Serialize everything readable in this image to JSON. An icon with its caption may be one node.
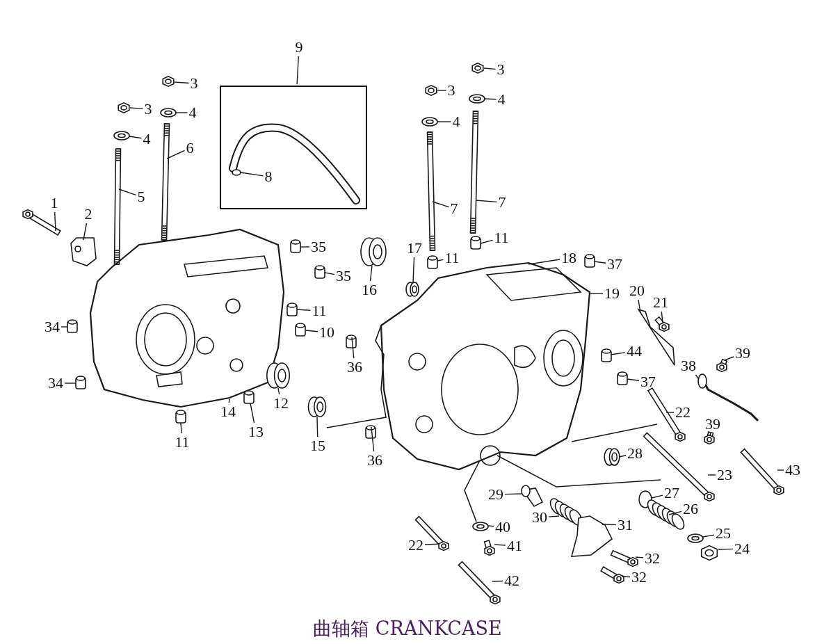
{
  "diagram": {
    "caption": "曲轴箱 CRANKCASE",
    "nodes": [
      {
        "text": [
          "9"
        ]
      },
      {
        "text": [],
        "shape": "box"
      },
      {
        "text": [
          "8"
        ],
        "in": 1
      },
      {
        "text": [
          "1"
        ]
      },
      {
        "text": [
          "2"
        ]
      },
      {
        "text": [
          "3"
        ]
      },
      {
        "text": [
          "3"
        ]
      },
      {
        "text": [
          "4"
        ]
      },
      {
        "text": [
          "4"
        ]
      },
      {
        "text": [
          "6"
        ]
      },
      {
        "text": [
          "5"
        ]
      },
      {
        "text": [
          "35"
        ]
      },
      {
        "text": [
          "35"
        ]
      },
      {
        "text": [
          "11"
        ]
      },
      {
        "text": [
          "10"
        ]
      },
      {
        "text": [
          "34"
        ]
      },
      {
        "text": [
          "34"
        ]
      },
      {
        "text": [
          "14"
        ]
      },
      {
        "text": [
          "13"
        ]
      },
      {
        "text": [
          "12"
        ]
      },
      {
        "text": [
          "11"
        ]
      },
      {
        "text": [
          "16"
        ]
      },
      {
        "text": [
          "17"
        ]
      },
      {
        "text": [
          "11"
        ]
      },
      {
        "text": [
          "11"
        ]
      },
      {
        "text": [
          "7"
        ]
      },
      {
        "text": [
          "7"
        ]
      },
      {
        "text": [
          "3"
        ]
      },
      {
        "text": [
          "3"
        ]
      },
      {
        "text": [
          "4"
        ]
      },
      {
        "text": [
          "4"
        ]
      },
      {
        "text": [
          "18"
        ]
      },
      {
        "text": [
          "37"
        ]
      },
      {
        "text": [
          "19"
        ]
      },
      {
        "text": [
          "20"
        ]
      },
      {
        "text": [
          "21"
        ]
      },
      {
        "text": [
          "44"
        ]
      },
      {
        "text": [
          "37"
        ]
      },
      {
        "text": [
          "36"
        ]
      },
      {
        "text": [
          "36"
        ]
      },
      {
        "text": [
          "15"
        ]
      },
      {
        "text": [
          "39"
        ]
      },
      {
        "text": [
          "38"
        ]
      },
      {
        "text": [
          "22"
        ]
      },
      {
        "text": [
          "39"
        ]
      },
      {
        "text": [
          "28"
        ]
      },
      {
        "text": [
          "23"
        ]
      },
      {
        "text": [
          "43"
        ]
      },
      {
        "text": [
          "29"
        ]
      },
      {
        "text": [
          "27"
        ]
      },
      {
        "text": [
          "30"
        ]
      },
      {
        "text": [
          "31"
        ]
      },
      {
        "text": [
          "26"
        ]
      },
      {
        "text": [
          "25"
        ]
      },
      {
        "text": [
          "24"
        ]
      },
      {
        "text": [
          "40"
        ]
      },
      {
        "text": [
          "41"
        ]
      },
      {
        "text": [
          "22"
        ]
      },
      {
        "text": [
          "32"
        ]
      },
      {
        "text": [
          "32"
        ]
      },
      {
        "text": [
          "42"
        ]
      },
      {
        "text": [],
        "shape": "ring",
        "in": 1
      },
      {
        "text": [],
        "shape": "bolt"
      },
      {
        "text": [],
        "shape": "bracket"
      },
      {
        "text": [],
        "shape": "nut"
      },
      {
        "text": [],
        "shape": "nut"
      },
      {
        "text": [],
        "shape": "washer"
      },
      {
        "text": [],
        "shape": "washer"
      },
      {
        "text": [],
        "shape": "stud"
      },
      {
        "text": [],
        "shape": "stud"
      },
      {
        "text": [],
        "shape": "pin"
      },
      {
        "text": [],
        "shape": "pin"
      },
      {
        "text": [],
        "shape": "pin"
      },
      {
        "text": [],
        "shape": "pin"
      },
      {
        "text": [],
        "shape": "pin"
      },
      {
        "text": [],
        "shape": "pin"
      },
      {
        "text": [],
        "shape": "crankcase"
      },
      {
        "text": [],
        "shape": "pin"
      },
      {
        "text": [],
        "shape": "bearing"
      },
      {
        "text": [],
        "shape": "pin"
      },
      {
        "text": [],
        "shape": "bearing"
      },
      {
        "text": [],
        "shape": "bearing"
      },
      {
        "text": [],
        "shape": "pin"
      },
      {
        "text": [],
        "shape": "pin"
      },
      {
        "text": [],
        "shape": "stud"
      },
      {
        "text": [],
        "shape": "stud"
      },
      {
        "text": [],
        "shape": "nut"
      },
      {
        "text": [],
        "shape": "nut"
      },
      {
        "text": [],
        "shape": "washer"
      },
      {
        "text": [],
        "shape": "washer"
      },
      {
        "text": [],
        "shape": "crankcase"
      },
      {
        "text": [],
        "shape": "plate"
      },
      {
        "text": [],
        "shape": "bolt"
      },
      {
        "text": [],
        "shape": "pin"
      },
      {
        "text": [],
        "shape": "pin"
      },
      {
        "text": [],
        "shape": "pin"
      },
      {
        "text": [],
        "shape": "pin"
      },
      {
        "text": [],
        "shape": "pin"
      },
      {
        "text": [],
        "shape": "bearing"
      },
      {
        "text": [],
        "shape": "bolt"
      },
      {
        "text": [],
        "shape": "lever"
      },
      {
        "text": [],
        "shape": "bolt"
      },
      {
        "text": [],
        "shape": "bolt"
      },
      {
        "text": [],
        "shape": "bearing"
      },
      {
        "text": [],
        "shape": "bolt"
      },
      {
        "text": [],
        "shape": "bolt"
      },
      {
        "text": [],
        "shape": "plug"
      },
      {
        "text": [],
        "shape": "ring"
      },
      {
        "text": [],
        "shape": "spring"
      },
      {
        "text": [],
        "shape": "plate"
      },
      {
        "text": [],
        "shape": "spring"
      },
      {
        "text": [],
        "shape": "washer"
      },
      {
        "text": [],
        "shape": "nut"
      },
      {
        "text": [],
        "shape": "washer"
      },
      {
        "text": [],
        "shape": "bolt"
      },
      {
        "text": [],
        "shape": "bolt"
      },
      {
        "text": [],
        "shape": "bolt"
      },
      {
        "text": [],
        "shape": "bolt"
      },
      {
        "text": [],
        "shape": "bolt"
      }
    ],
    "edges": [
      {
        "from": 0,
        "to": 1,
        "arrow": "none"
      },
      {
        "from": 2,
        "to": 61,
        "arrow": "none"
      },
      {
        "from": 3,
        "to": 62,
        "arrow": "none"
      },
      {
        "from": 4,
        "to": 63,
        "arrow": "none"
      },
      {
        "from": 5,
        "to": 64,
        "arrow": "none"
      },
      {
        "from": 6,
        "to": 65,
        "arrow": "none"
      },
      {
        "from": 7,
        "to": 66,
        "arrow": "none"
      },
      {
        "from": 8,
        "to": 67,
        "arrow": "none"
      },
      {
        "from": 9,
        "to": 69,
        "arrow": "none"
      },
      {
        "from": 10,
        "to": 68,
        "arrow": "none"
      },
      {
        "from": 11,
        "to": 70,
        "arrow": "none"
      },
      {
        "from": 12,
        "to": 71,
        "arrow": "none"
      },
      {
        "from": 13,
        "to": 72,
        "arrow": "none"
      },
      {
        "from": 14,
        "to": 73,
        "arrow": "none"
      },
      {
        "from": 15,
        "to": 74,
        "arrow": "none"
      },
      {
        "from": 16,
        "to": 75,
        "arrow": "none"
      },
      {
        "from": 17,
        "to": 76,
        "arrow": "none"
      },
      {
        "from": 18,
        "to": 77,
        "arrow": "none"
      },
      {
        "from": 19,
        "to": 78,
        "arrow": "none"
      },
      {
        "from": 20,
        "to": 79,
        "arrow": "none"
      },
      {
        "from": 21,
        "to": 80,
        "arrow": "none"
      },
      {
        "from": 22,
        "to": 81,
        "arrow": "none"
      },
      {
        "from": 23,
        "to": 82,
        "arrow": "none"
      },
      {
        "from": 24,
        "to": 83,
        "arrow": "none"
      },
      {
        "from": 25,
        "to": 84,
        "arrow": "none"
      },
      {
        "from": 26,
        "to": 85,
        "arrow": "none"
      },
      {
        "from": 27,
        "to": 86,
        "arrow": "none"
      },
      {
        "from": 28,
        "to": 87,
        "arrow": "none"
      },
      {
        "from": 29,
        "to": 88,
        "arrow": "none"
      },
      {
        "from": 30,
        "to": 89,
        "arrow": "none"
      },
      {
        "from": 31,
        "to": 90,
        "arrow": "none"
      },
      {
        "from": 32,
        "to": 94,
        "arrow": "none"
      },
      {
        "from": 33,
        "to": 90,
        "arrow": "none"
      },
      {
        "from": 34,
        "to": 91,
        "arrow": "none"
      },
      {
        "from": 35,
        "to": 92,
        "arrow": "none"
      },
      {
        "from": 36,
        "to": 93,
        "arrow": "none"
      },
      {
        "from": 37,
        "to": 95,
        "arrow": "none"
      },
      {
        "from": 38,
        "to": 96,
        "arrow": "none"
      },
      {
        "from": 39,
        "to": 97,
        "arrow": "none"
      },
      {
        "from": 40,
        "to": 98,
        "arrow": "none"
      },
      {
        "from": 41,
        "to": 99,
        "arrow": "none"
      },
      {
        "from": 42,
        "to": 100,
        "arrow": "none"
      },
      {
        "from": 43,
        "to": 101,
        "arrow": "none"
      },
      {
        "from": 44,
        "to": 102,
        "arrow": "none"
      },
      {
        "from": 45,
        "to": 103,
        "arrow": "none"
      },
      {
        "from": 46,
        "to": 104,
        "arrow": "none"
      },
      {
        "from": 47,
        "to": 105,
        "arrow": "none"
      },
      {
        "from": 48,
        "to": 106,
        "arrow": "none"
      },
      {
        "from": 49,
        "to": 107,
        "arrow": "none"
      },
      {
        "from": 50,
        "to": 108,
        "arrow": "none"
      },
      {
        "from": 51,
        "to": 109,
        "arrow": "none"
      },
      {
        "from": 52,
        "to": 110,
        "arrow": "none"
      },
      {
        "from": 53,
        "to": 111,
        "arrow": "none"
      },
      {
        "from": 54,
        "to": 112,
        "arrow": "none"
      },
      {
        "from": 55,
        "to": 113,
        "arrow": "none"
      },
      {
        "from": 56,
        "to": 114,
        "arrow": "none"
      },
      {
        "from": 57,
        "to": 115,
        "arrow": "none"
      },
      {
        "from": 58,
        "to": 116,
        "arrow": "none"
      },
      {
        "from": 59,
        "to": 117,
        "arrow": "none"
      },
      {
        "from": 60,
        "to": 118,
        "arrow": "none"
      }
    ]
  }
}
